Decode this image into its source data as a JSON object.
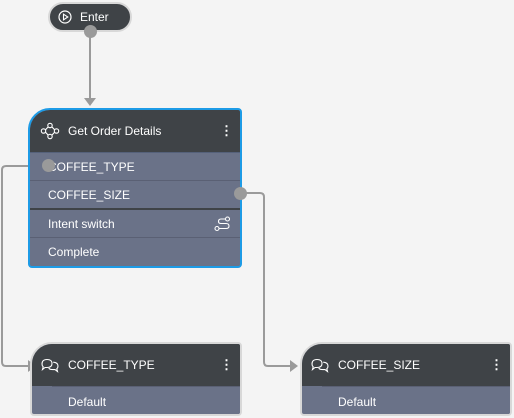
{
  "enter_node": {
    "label": "Enter",
    "icon": "play-circle-icon"
  },
  "main_node": {
    "title": "Get Order Details",
    "icon": "share-nodes-icon",
    "rows": [
      {
        "label": "COFFEE_TYPE"
      },
      {
        "label": "COFFEE_SIZE"
      },
      {
        "label": "Intent switch",
        "icon": "route-icon"
      },
      {
        "label": "Complete"
      }
    ]
  },
  "coffee_type_node": {
    "title": "COFFEE_TYPE",
    "icon": "chat-bubbles-icon",
    "rows": [
      {
        "label": "Default"
      }
    ]
  },
  "coffee_size_node": {
    "title": "COFFEE_SIZE",
    "icon": "chat-bubbles-icon",
    "rows": [
      {
        "label": "Default"
      }
    ]
  },
  "colors": {
    "background": "#f4f4f4",
    "header": "#3f4347",
    "row": "#6a7288",
    "selected_border": "#1d9be6",
    "connector": "#9a9a9a"
  }
}
